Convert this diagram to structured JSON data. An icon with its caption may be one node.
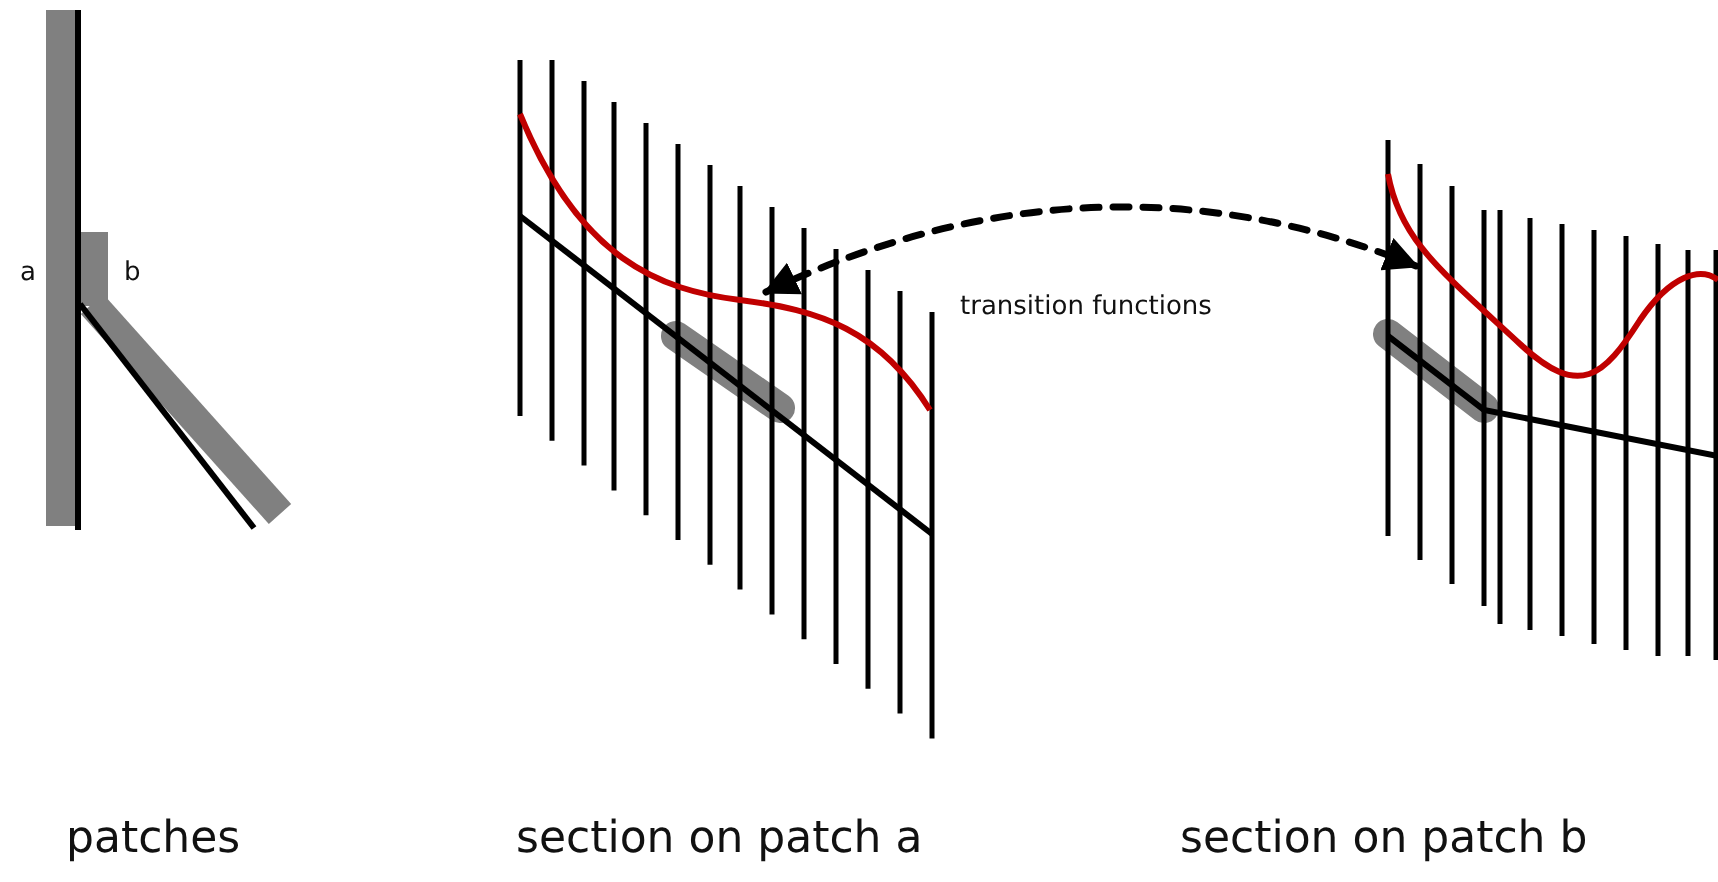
{
  "diagram": {
    "nodes": [
      {
        "text": [],
        "shape": "picture",
        "beside": [
          "section on patch a"
        ]
      },
      {
        "text": [],
        "shape": "picture",
        "beside": [
          "section on patch b"
        ]
      }
    ],
    "edges": [
      {
        "from": 0,
        "to": 1,
        "arrow": "both",
        "style": "dashed",
        "label": "transition functions"
      }
    ],
    "labels": [
      "a",
      "b",
      "patches"
    ]
  }
}
